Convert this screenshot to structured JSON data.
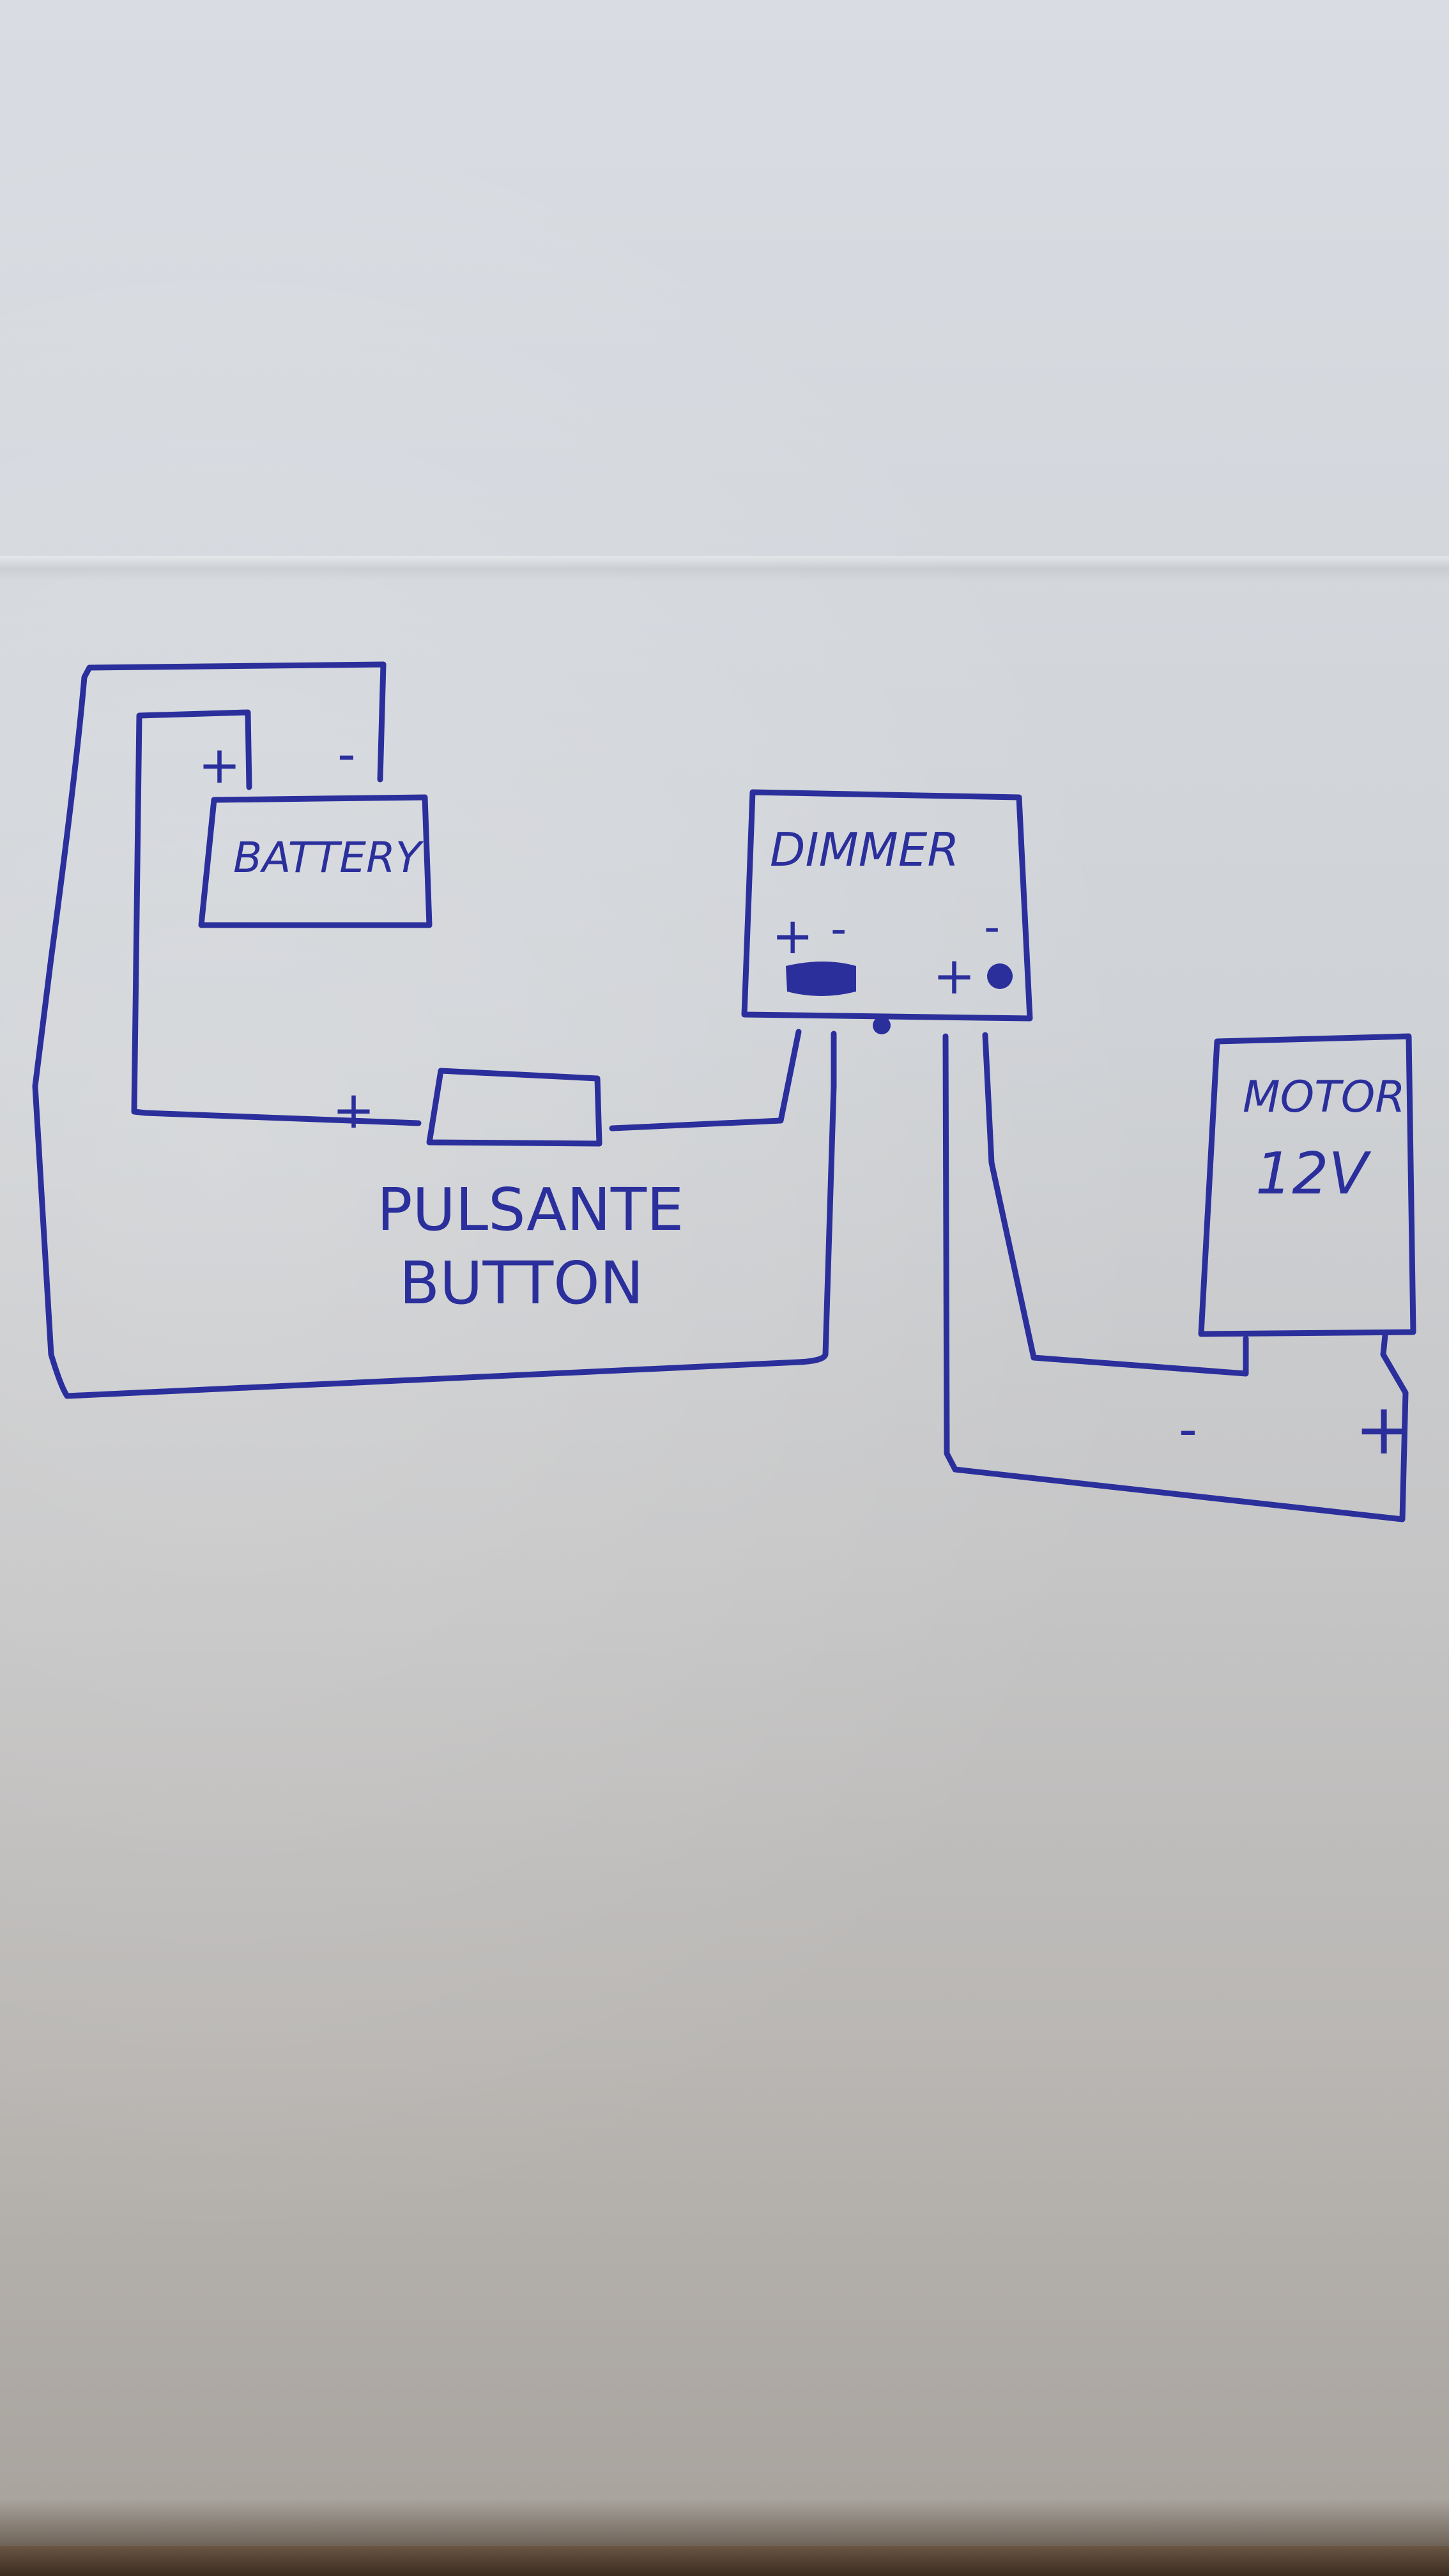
{
  "components": {
    "battery": {
      "label": "BATTERY",
      "plus": "+",
      "minus": "-"
    },
    "dimmer": {
      "label": "DIMMER",
      "in_plus": "+",
      "in_minus": "-",
      "out_plus": "+",
      "out_minus": "-"
    },
    "button": {
      "label_line1": "PULSANTE",
      "label_line2": "BUTTON",
      "plus": "+"
    },
    "motor": {
      "label_line1": "MOTOR",
      "label_line2": "12V",
      "minus": "-",
      "plus": "+"
    }
  },
  "colors": {
    "ink": "#2b2f9c"
  }
}
